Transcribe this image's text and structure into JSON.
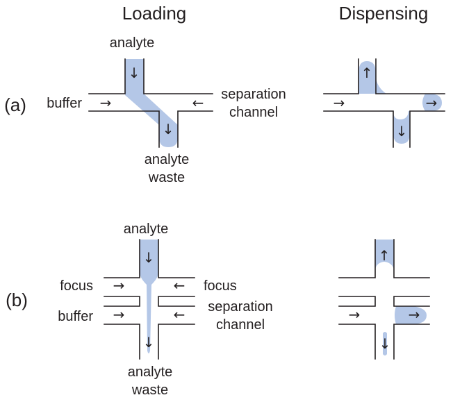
{
  "columns": {
    "loading": "Loading",
    "dispensing": "Dispensing"
  },
  "rows": {
    "a": "(a)",
    "b": "(b)"
  },
  "labels_a": {
    "analyte": "analyte",
    "buffer": "buffer",
    "separation": "separation",
    "channel": "channel",
    "waste_line1": "analyte",
    "waste_line2": "waste"
  },
  "labels_b": {
    "analyte": "analyte",
    "focus_left": "focus",
    "focus_right": "focus",
    "buffer": "buffer",
    "separation": "separation",
    "channel": "channel",
    "waste_line1": "analyte",
    "waste_line2": "waste"
  },
  "arrows": {
    "down": "↓",
    "up": "↑",
    "right": "→",
    "left": "←"
  },
  "colors": {
    "fluid": "#b4c7e7",
    "line": "#231f20"
  }
}
